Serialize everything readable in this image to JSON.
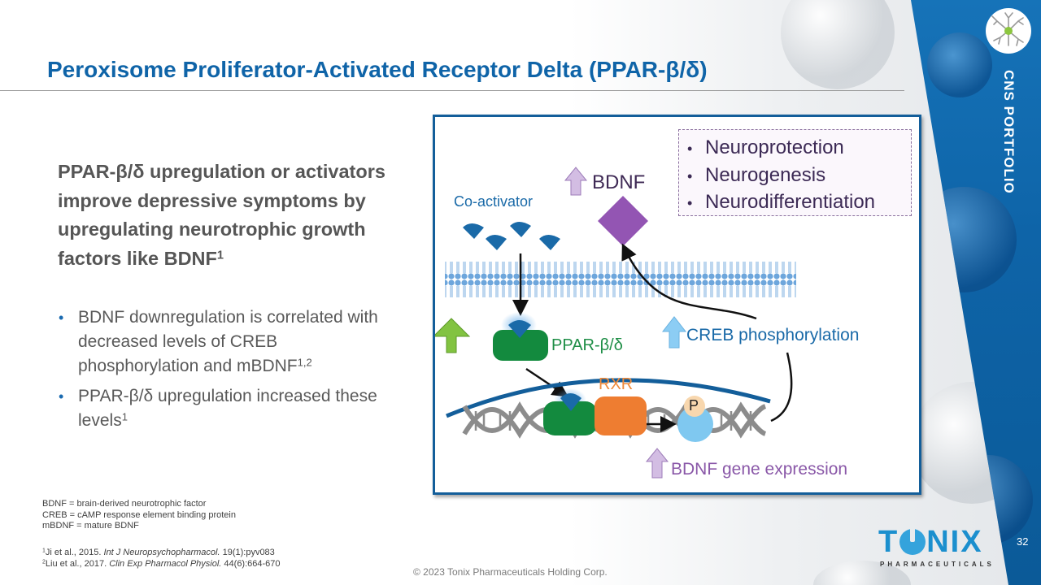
{
  "slide": {
    "title": "Peroxisome Proliferator-Activated Receptor Delta (PPAR-β/δ)",
    "section_label": "CNS PORTFOLIO",
    "page_number": "32",
    "copyright": "© 2023 Tonix Pharmaceuticals Holding Corp."
  },
  "brand": {
    "name": "TONIX",
    "name_t": "T",
    "name_rest": "NIX",
    "tagline": "PHARMACEUTICALS",
    "color": "#1b8fce"
  },
  "lead": {
    "text": "PPAR-β/δ upregulation or activators improve depressive symptoms by upregulating neurotrophic growth factors like BDNF",
    "sup": "1"
  },
  "bullets": [
    {
      "text": "BDNF downregulation is correlated with decreased levels of CREB phosphorylation and mBDNF",
      "sup": "1,2"
    },
    {
      "text": "PPAR-β/δ upregulation increased these levels",
      "sup": "1"
    }
  ],
  "abbreviations": [
    "BDNF = brain-derived neurotrophic factor",
    "CREB = cAMP  response element binding protein",
    "mBDNF = mature BDNF"
  ],
  "references": [
    {
      "num": "1",
      "authors": "Ji et al., 2015. ",
      "journal": "Int J Neuropsychopharmacol.",
      "details": " 19(1):pyv083"
    },
    {
      "num": "2",
      "authors": "Liu et al., 2017. ",
      "journal": "Clin Exp Pharmacol Physiol.",
      "details": " 44(6):664-670"
    }
  ],
  "diagram": {
    "outcomes": [
      "Neuroprotection",
      "Neurogenesis",
      "Neurodifferentiation"
    ],
    "bullet_glyph": "•",
    "labels": {
      "coactivator": "Co-activator",
      "bdnf": "BDNF",
      "ppar": "PPAR-β/δ",
      "creb": "CREB phosphorylation",
      "rxr": "RXR",
      "phosphate": "P",
      "gene_expression": "BDNF gene expression"
    },
    "colors": {
      "coactivator": "#1a6aa8",
      "ppar": "#138a3e",
      "rxr": "#ee7d31",
      "bdnf": "#9355b3",
      "creb": "#7fc8f0",
      "membrane": "#6da6dc",
      "dna": "#8c8c8c",
      "nucleus": "#135e9a"
    }
  }
}
